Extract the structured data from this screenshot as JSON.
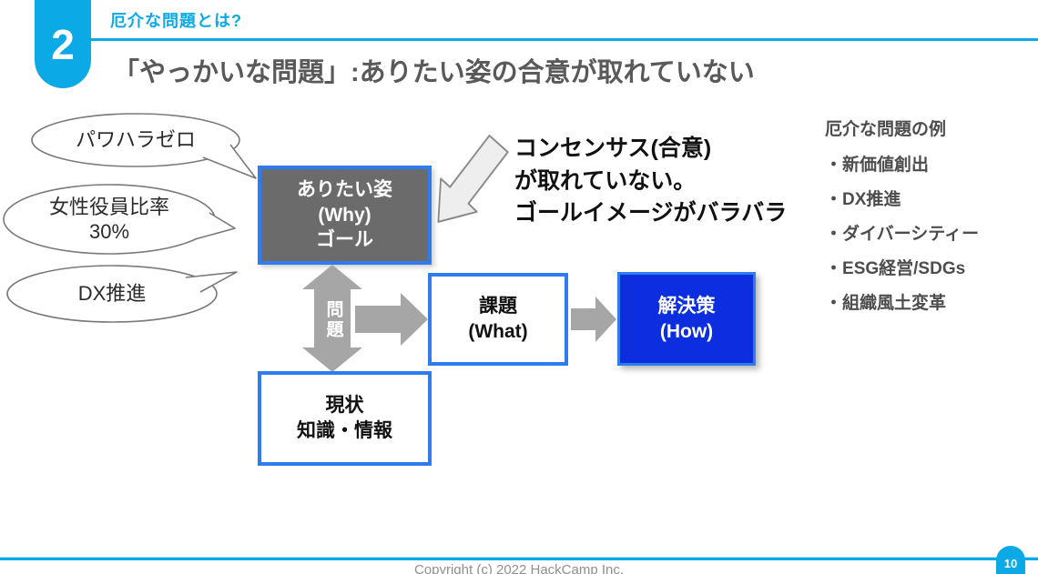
{
  "colors": {
    "brand_cyan": "#0baae6",
    "box_border_blue": "#2e7cf0",
    "solution_blue": "#0c2ede",
    "goal_gray": "#6b6b6b",
    "arrow_gray": "#a6a6a6",
    "title_gray": "#595959"
  },
  "header": {
    "section_number": "2",
    "section_title": "厄介な問題とは?"
  },
  "title": "「やっかいな問題」:ありたい姿の合意が取れていない",
  "bubbles": {
    "b1": {
      "line1": "パワハラゼロ"
    },
    "b2": {
      "line1": "女性役員比率",
      "line2": "30%"
    },
    "b3": {
      "line1": "DX推進"
    }
  },
  "diagram": {
    "goal": {
      "line1": "ありたい姿",
      "line2": "(Why)",
      "line3": "ゴール"
    },
    "problem_label": "問題",
    "current": {
      "line1": "現状",
      "line2": "知識・情報"
    },
    "issue": {
      "line1": "課題",
      "line2": "(What)"
    },
    "solution": {
      "line1": "解決策",
      "line2": "(How)"
    },
    "annotation": {
      "line1": "コンセンサス(合意)",
      "line2": "が取れていない。",
      "line3": "ゴールイメージがバラバラ"
    }
  },
  "examples": {
    "heading": "厄介な問題の例",
    "bullet": "・",
    "items": [
      "新価値創出",
      "DX推進",
      "ダイバーシティー",
      "ESG経営/SDGs",
      "組織風土変革"
    ]
  },
  "footer": {
    "copyright": "Copyright (c) 2022 HackCamp Inc.",
    "page_number": "10"
  }
}
